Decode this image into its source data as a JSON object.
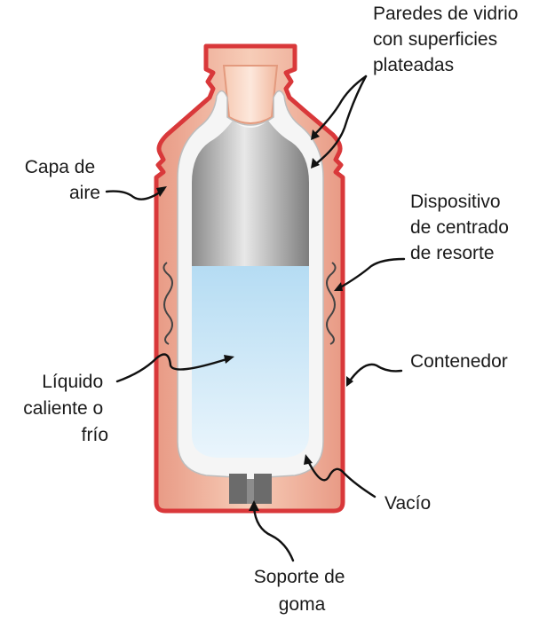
{
  "labels": {
    "glass_walls": [
      "Paredes de vidrio",
      "con superficies",
      "plateadas"
    ],
    "air_layer": [
      "Capa de",
      "aire"
    ],
    "spring_device": [
      "Dispositivo",
      "de centrado",
      "de resorte"
    ],
    "container": [
      "Contenedor"
    ],
    "liquid": [
      "Líquido",
      "caliente o",
      "frío"
    ],
    "vacuum": [
      "Vacío"
    ],
    "rubber_support": [
      "Soporte de",
      "goma"
    ]
  },
  "colors": {
    "outer_shell_stroke": "#d9383a",
    "outer_shell_fill": "#f2b49b",
    "glass_wall": "#f4f4f4",
    "silver_dark": "#8a8a8a",
    "silver_light": "#e4e4e4",
    "liquid_top": "#b5dcf3",
    "liquid_bottom": "#e8f4fb",
    "rubber": "#6b6b6b",
    "text": "#1a1a1a"
  }
}
